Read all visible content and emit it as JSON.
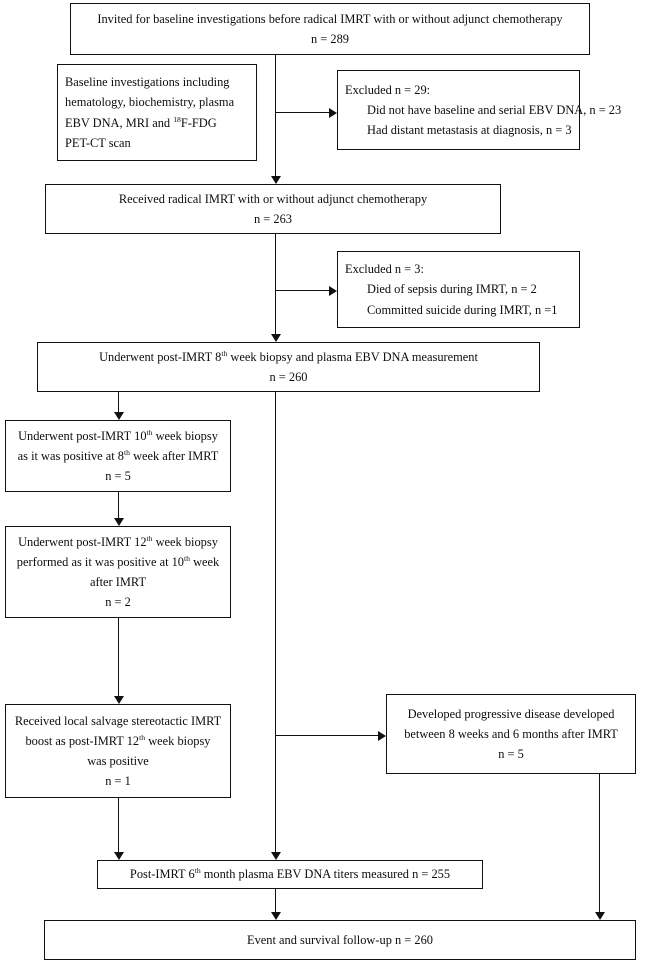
{
  "figure": {
    "type": "flowchart",
    "title": "Patient enrollment and follow-up flow diagram"
  },
  "nodes": {
    "invited": {
      "line1": "Invited for baseline investigations before radical IMRT with or without adjunct chemotherapy",
      "line2": "n = 289"
    },
    "baseline": {
      "line1": "Baseline investigations including",
      "line2": "hematology, biochemistry, plasma",
      "line3_pre": "EBV DNA, MRI and ",
      "line3_sup": "18",
      "line3_post": "F-FDG",
      "line4": "PET-CT scan"
    },
    "excluded29": {
      "line1": "Excluded n = 29:",
      "line2": "Did not have baseline and serial EBV DNA, n = 23",
      "line3": "Had distant metastasis at diagnosis, n = 3"
    },
    "received_imrt": {
      "line1": "Received radical IMRT with or without adjunct chemotherapy",
      "line2": "n = 263"
    },
    "excluded3": {
      "line1": "Excluded n = 3:",
      "line2": "Died of sepsis during IMRT, n = 2",
      "line3": "Committed suicide during IMRT, n =1"
    },
    "week8": {
      "line1_pre": "Underwent post-IMRT 8",
      "line1_sup": "th",
      "line1_post": " week biopsy and plasma EBV DNA measurement",
      "line2": "n = 260"
    },
    "week10": {
      "line1_pre": "Underwent post-IMRT 10",
      "line1_sup": "th",
      "line1_post": " week biopsy",
      "line2_pre": "as it was positive at 8",
      "line2_sup": "th",
      "line2_post": " week after IMRT",
      "line3": "n = 5"
    },
    "week12": {
      "line1_pre": "Underwent post-IMRT 12",
      "line1_sup": "th",
      "line1_post": " week biopsy",
      "line2_pre": "performed as it was positive at 10",
      "line2_sup": "th",
      "line2_post": " week",
      "line3": "after IMRT",
      "line4": "n = 2"
    },
    "salvage": {
      "line1": "Received local salvage stereotactic IMRT",
      "line2_pre": "boost as post-IMRT 12",
      "line2_sup": "th",
      "line2_post": " week biopsy",
      "line3": "was positive",
      "line4": "n = 1"
    },
    "progressive": {
      "line1": "Developed progressive disease developed",
      "line2": "between 8 weeks and 6 months after IMRT",
      "line3": "n = 5"
    },
    "month6": {
      "line1_pre": "Post-IMRT 6",
      "line1_sup": "th",
      "line1_post": " month plasma EBV DNA titers measured n = 255"
    },
    "followup": {
      "line1": "Event and survival follow-up n = 260"
    }
  },
  "colors": {
    "stroke": "#111111",
    "text": "#0d0d0d",
    "background": "#ffffff"
  }
}
